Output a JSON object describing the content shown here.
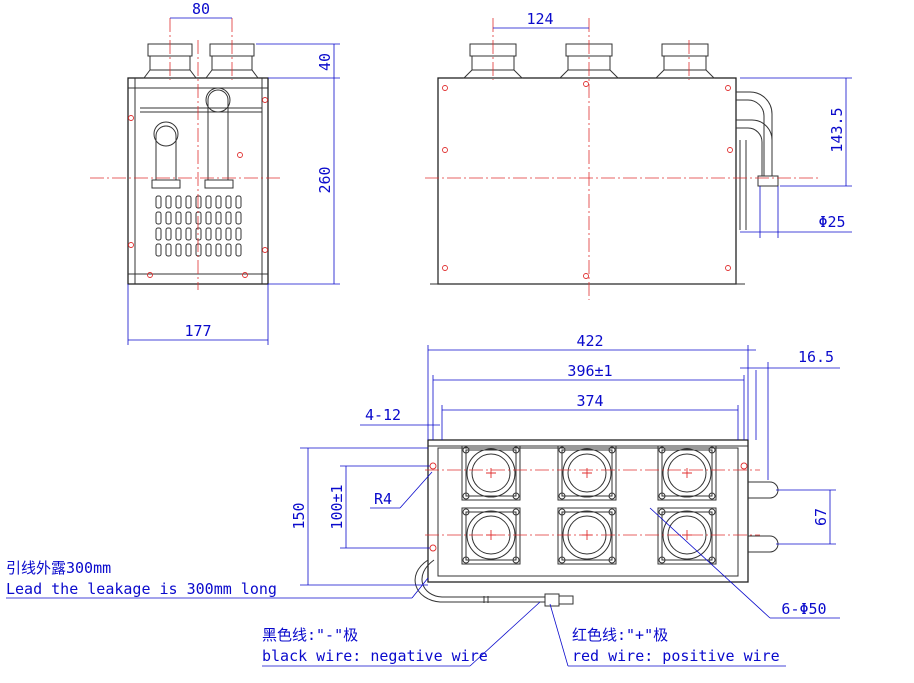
{
  "dimensions": {
    "top_left_width": "80",
    "top_left_flange": "40",
    "top_left_height": "260",
    "top_left_depth": "177",
    "top_right_spacing": "124",
    "top_right_pipe_offset": "143.5",
    "top_right_pipe_dia": "Φ25",
    "bottom_total": "422",
    "bottom_mount": "396±1",
    "bottom_inner": "374",
    "bottom_side": "16.5",
    "bottom_slot": "4-12",
    "bottom_radius": "R4",
    "bottom_height": "150",
    "bottom_mount_height": "100±1",
    "bottom_pipe_spacing": "67",
    "bottom_holes": "6-Φ50"
  },
  "notes": {
    "lead_cn": "引线外露300mm",
    "lead_en": "Lead the leakage is 300mm long",
    "black_cn": "黑色线:\"-\"极",
    "black_en": "black wire: negative wire",
    "red_cn": "红色线:\"+\"极",
    "red_en": "red wire: positive wire"
  },
  "colors": {
    "dimension": "#0a0acc",
    "centerline": "#e03030",
    "outline": "#333333"
  }
}
